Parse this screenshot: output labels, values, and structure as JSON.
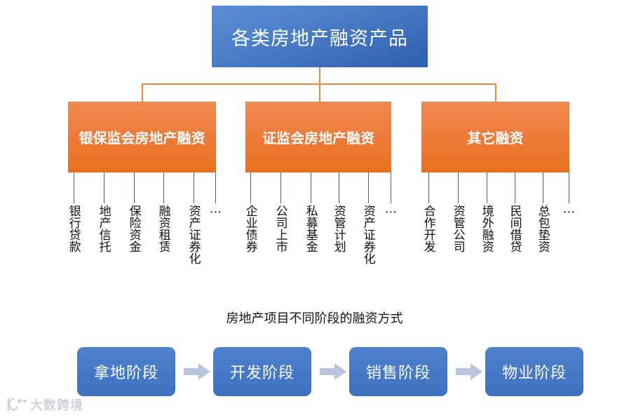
{
  "root": {
    "label": "各类房地产融资产品",
    "color": "#3d6fc0"
  },
  "categories": [
    {
      "label": "银保监会房地产融资",
      "color": "#ee7a36",
      "leaves": [
        {
          "label": "银行贷款"
        },
        {
          "label": "地产信托"
        },
        {
          "label": "保险资金"
        },
        {
          "label": "融资租赁"
        },
        {
          "label": "资产证券化"
        },
        {
          "label": "⋮",
          "is_ellipsis": true
        }
      ]
    },
    {
      "label": "证监会房地产融资",
      "color": "#ee7a36",
      "leaves": [
        {
          "label": "企业债券"
        },
        {
          "label": "公司上市"
        },
        {
          "label": "私募基金"
        },
        {
          "label": "资管计划"
        },
        {
          "label": "资产证券化"
        },
        {
          "label": "⋮",
          "is_ellipsis": true
        }
      ]
    },
    {
      "label": "其它融资",
      "color": "#ee7a36",
      "leaves": [
        {
          "label": "合作开发"
        },
        {
          "label": "资管公司"
        },
        {
          "label": "境外融资"
        },
        {
          "label": "民间借贷"
        },
        {
          "label": "总包垫资"
        },
        {
          "label": "⋮",
          "is_ellipsis": true
        }
      ]
    }
  ],
  "subtitle": "房地产项目不同阶段的融资方式",
  "stages": [
    {
      "label": "拿地阶段"
    },
    {
      "label": "开发阶段"
    },
    {
      "label": "销售阶段"
    },
    {
      "label": "物业阶段"
    }
  ],
  "stage_arrow_color": "#b9c4de",
  "watermark": {
    "text": "大数跨境"
  }
}
